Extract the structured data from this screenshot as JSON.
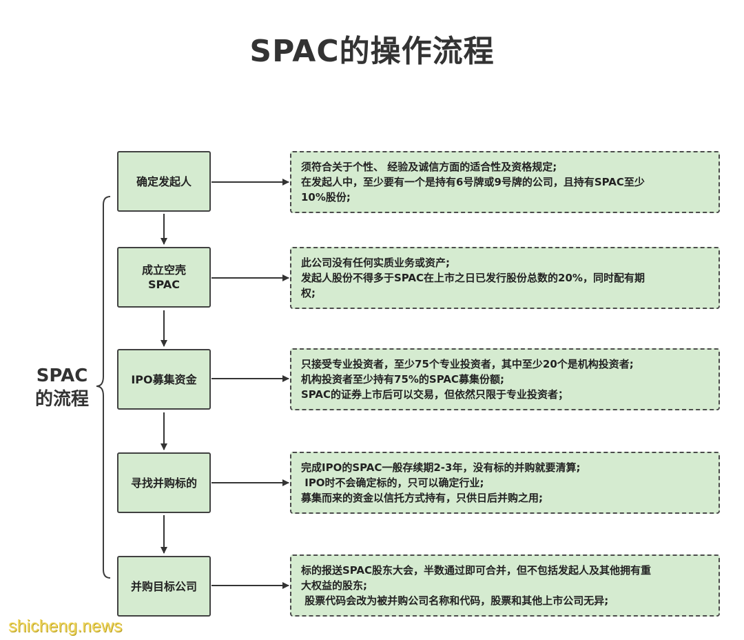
{
  "title": "SPAC的操作流程",
  "side_label": [
    "SPAC",
    "的流程"
  ],
  "watermark": "shicheng.news",
  "steps": [
    {
      "label": "确定发起人",
      "notes": [
        "须符合关于个性、 经验及诚信方面的适合性及资格规定;",
        "在发起人中，至少要有一个是持有6号牌或9号牌的公司，且持有SPAC至少",
        "10%股份;"
      ]
    },
    {
      "label": "成立空壳\nSPAC",
      "notes": [
        "此公司没有任何实质业务或资产;",
        "发起人股份不得多于SPAC在上市之日已发行股份总数的20%，同时配有期",
        "权;"
      ]
    },
    {
      "label": "IPO募集资金",
      "notes": [
        "只接受专业投资者，至少75个专业投资者，其中至少20个是机构投资者;",
        "机构投资者至少持有75%的SPAC募集份额;",
        "SPAC的证券上市后可以交易，但依然只限于专业投资者；"
      ]
    },
    {
      "label": "寻找并购标的",
      "notes": [
        "完成IPO的SPAC一般存续期2-3年，没有标的并购就要清算;",
        " IPO时不会确定标的，只可以确定行业;",
        "募集而来的资金以信托方式持有，只供日后并购之用;"
      ]
    },
    {
      "label": "并购目标公司",
      "notes": [
        "标的报送SPAC股东大会，半数通过即可合并，但不包括发起人及其他拥有重",
        "大权益的股东;",
        " 股票代码会改为被并购公司名称和代码，股票和其他上市公司无异;"
      ]
    }
  ],
  "colors": {
    "box_fill": "#d5ebd0",
    "box_border": "#404040",
    "bracket": "#3a3a3a",
    "watermark": "#f0d65c"
  }
}
